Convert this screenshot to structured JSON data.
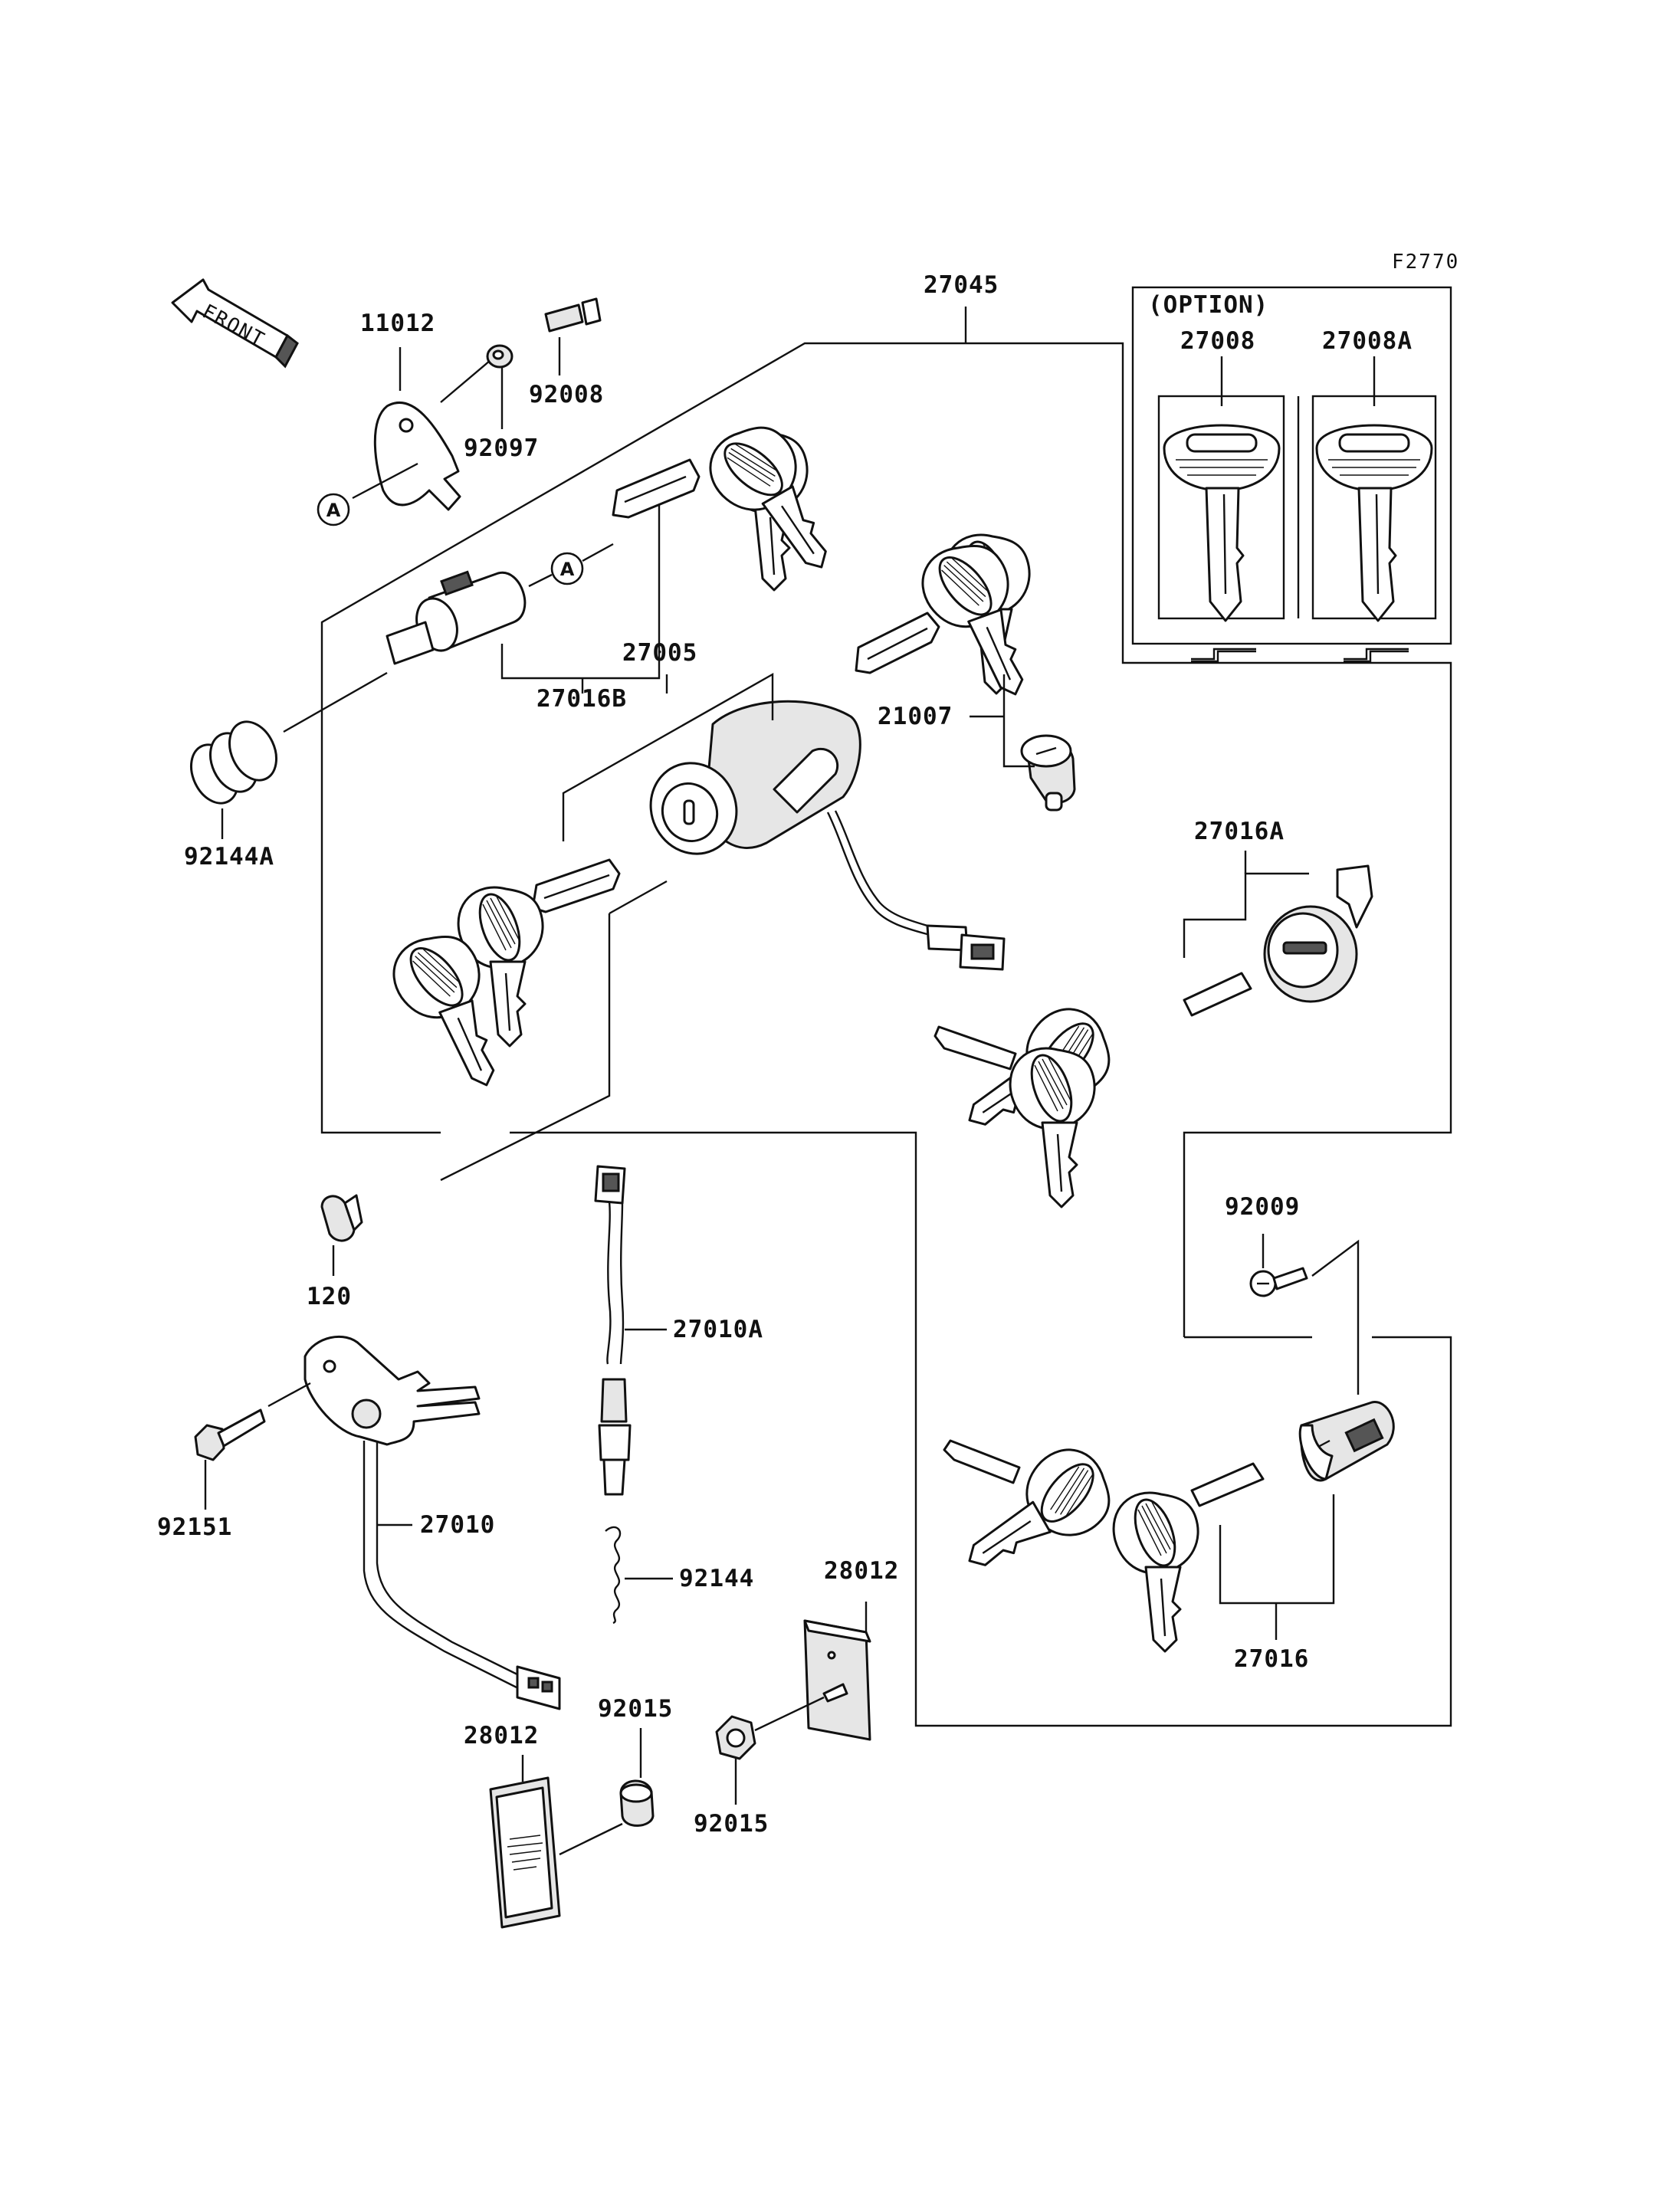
{
  "figure_code": "F2770",
  "front_label": "FRONT",
  "option_box": {
    "title": "(OPTION)",
    "part_left": "27008",
    "part_right": "27008A"
  },
  "parts": {
    "p27045": "27045",
    "p11012": "11012",
    "p92008": "92008",
    "p92097": "92097",
    "p27016B": "27016B",
    "p27005": "27005",
    "p21007": "21007",
    "p92144A": "92144A",
    "p27016A": "27016A",
    "p120": "120",
    "p27010A": "27010A",
    "p92009": "92009",
    "p92151": "92151",
    "p27010": "27010",
    "p92144": "92144",
    "p28012_right": "28012",
    "p28012_left": "28012",
    "p92015_left": "92015",
    "p92015_right": "92015",
    "p27016": "27016"
  },
  "ref_marker": "A"
}
